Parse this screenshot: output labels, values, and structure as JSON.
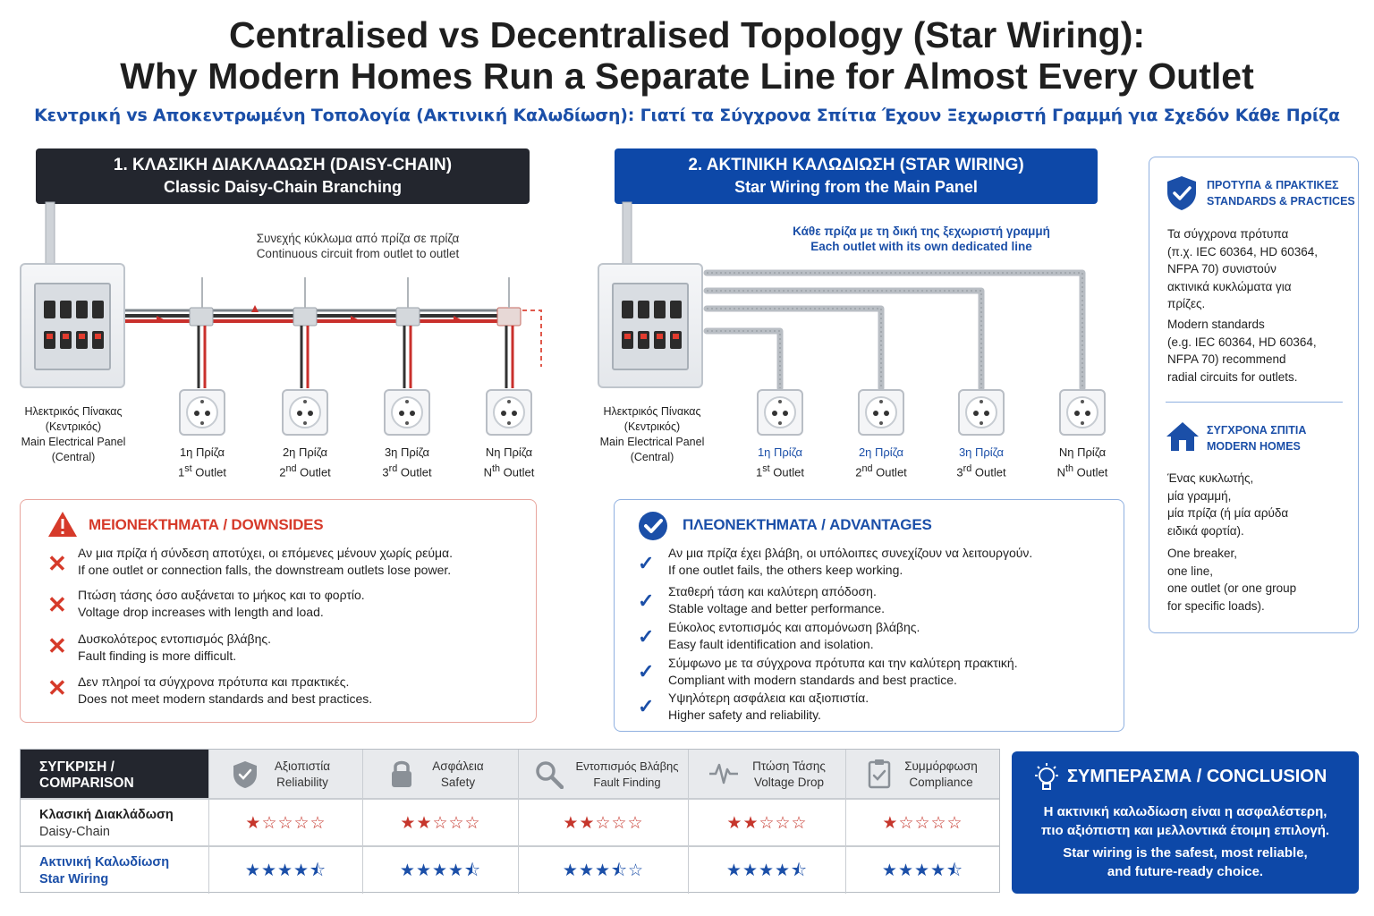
{
  "title": {
    "line1": "Centralised vs Decentralised Topology (Star Wiring):",
    "line2": "Why Modern Homes Run a Separate Line for Almost Every Outlet",
    "subtitle": "Κεντρική vs Αποκεντρωμένη Τοπολογία (Ακτινική Καλωδίωση): Γιατί τα Σύγχρονα Σπίτια Έχουν Ξεχωριστή Γραμμή για Σχεδόν Κάθε Πρίζα"
  },
  "daisy": {
    "header_gr": "1. ΚΛΑΣΙΚΗ ΔΙΑΚΛΑΔΩΣΗ (DAISY-CHAIN)",
    "header_en": "Classic Daisy-Chain Branching",
    "caption_gr": "Συνεχής κύκλωμα από πρίζα σε πρίζα",
    "caption_en": "Continuous circuit from outlet to outlet",
    "panel_label": [
      "Ηλεκτρικός Πίνακας",
      "(Κεντρικός)",
      "Main Electrical Panel",
      "(Central)"
    ],
    "outlets": [
      {
        "gr": "1η Πρίζα",
        "en_num": "1",
        "en_sup": "st",
        "en_rest": " Outlet"
      },
      {
        "gr": "2η Πρίζα",
        "en_num": "2",
        "en_sup": "nd",
        "en_rest": " Outlet"
      },
      {
        "gr": "3η Πρίζα",
        "en_num": "3",
        "en_sup": "rd",
        "en_rest": " Outlet"
      },
      {
        "gr": "Νη Πρίζα",
        "en_num": "N",
        "en_sup": "th",
        "en_rest": " Outlet"
      }
    ]
  },
  "star": {
    "header_gr": "2. ΑΚΤΙΝΙΚΗ ΚΑΛΩΔΙΩΣΗ (STAR WIRING)",
    "header_en": "Star Wiring from the Main Panel",
    "caption_gr": "Κάθε πρίζα με τη δική της ξεχωριστή γραμμή",
    "caption_en": "Each outlet with its own dedicated line",
    "panel_label": [
      "Ηλεκτρικός Πίνακας",
      "(Κεντρικός)",
      "Main Electrical Panel",
      "(Central)"
    ],
    "outlets": [
      {
        "gr": "1η Πρίζα",
        "en_num": "1",
        "en_sup": "st",
        "en_rest": " Outlet"
      },
      {
        "gr": "2η Πρίζα",
        "en_num": "2",
        "en_sup": "nd",
        "en_rest": " Outlet"
      },
      {
        "gr": "3η Πρίζα",
        "en_num": "3",
        "en_sup": "rd",
        "en_rest": " Outlet"
      },
      {
        "gr": "Νη Πρίζα",
        "en_num": "N",
        "en_sup": "th",
        "en_rest": " Outlet"
      }
    ]
  },
  "downsides": {
    "title": "ΜΕΙΟΝΕΚΤΗΜΑΤΑ / DOWNSIDES",
    "items": [
      {
        "gr": "Αν μια πρίζα ή σύνδεση αποτύχει, οι επόμενες μένουν χωρίς ρεύμα.",
        "en": "If one outlet or connection falls, the downstream outlets lose power."
      },
      {
        "gr": "Πτώση τάσης όσο αυξάνεται το μήκος και το φορτίο.",
        "en": "Voltage drop increases with length and load."
      },
      {
        "gr": "Δυσκολότερος εντοπισμός βλάβης.",
        "en": "Fault finding is more difficult."
      },
      {
        "gr": "Δεν πληροί τα σύγχρονα πρότυπα και πρακτικές.",
        "en": "Does not meet modern standards and best practices."
      }
    ]
  },
  "advantages": {
    "title": "ΠΛΕΟΝΕΚΤΗΜΑΤΑ / ADVANTAGES",
    "items": [
      {
        "gr": "Αν μια πρίζα έχει βλάβη, οι υπόλοιπες συνεχίζουν να λειτουργούν.",
        "en": "If one outlet fails, the others keep working."
      },
      {
        "gr": "Σταθερή τάση και καλύτερη απόδοση.",
        "en": "Stable voltage and better performance."
      },
      {
        "gr": "Εύκολος εντοπισμός και απομόνωση βλάβης.",
        "en": "Easy fault identification and isolation."
      },
      {
        "gr": "Σύμφωνο με τα σύγχρονα πρότυπα και την καλύτερη πρακτική.",
        "en": "Compliant with modern standards and best practice."
      },
      {
        "gr": "Υψηλότερη ασφάλεια και αξιοπιστία.",
        "en": "Higher safety and reliability."
      }
    ]
  },
  "standards": {
    "title_gr": "ΠΡΟΤΥΠΑ & ΠΡΑΚΤΙΚΕΣ",
    "title_en": "STANDARDS & PRACTICES",
    "text_gr": [
      "Τα σύγχρονα πρότυπα",
      "(π.χ. IEC 60364, HD 60364,",
      "NFPA 70) συνιστούν",
      "ακτινικά κυκλώματα για",
      "πρίζες."
    ],
    "text_en": [
      "Modern standards",
      "(e.g. IEC 60364, HD 60364,",
      "NFPA 70) recommend",
      "radial circuits for outlets."
    ]
  },
  "modern_homes": {
    "title_gr": "ΣΥΓΧΡΟΝΑ ΣΠΙΤΙΑ",
    "title_en": "MODERN HOMES",
    "text_gr": [
      "Ένας κυκλωτής,",
      "μία γραμμή,",
      "μία πρίζα (ή μία αρύδα",
      "ειδικά φορτία)."
    ],
    "text_en": [
      "One breaker,",
      "one line,",
      "one outlet (or one group",
      "for specific loads)."
    ]
  },
  "comparison": {
    "head_gr": "ΣΥΓΚΡΙΣΗ /",
    "head_en": "COMPARISON",
    "columns": [
      {
        "gr": "Αξιοπιστία",
        "en": "Reliability",
        "icon": "shield-check-icon"
      },
      {
        "gr": "Ασφάλεια",
        "en": "Safety",
        "icon": "lock-icon"
      },
      {
        "gr": "Εντοπισμός Βλάβης",
        "en": "Fault Finding",
        "icon": "magnifier-icon"
      },
      {
        "gr": "Πτώση Τάσης",
        "en": "Voltage Drop",
        "icon": "pulse-icon"
      },
      {
        "gr": "Συμμόρφωση",
        "en": "Compliance",
        "icon": "clipboard-check-icon"
      }
    ],
    "rows": [
      {
        "gr": "Κλασική Διακλάδωση",
        "en": "Daisy-Chain",
        "ratings": [
          1,
          2,
          2,
          2,
          1
        ]
      },
      {
        "gr": "Ακτινική Καλωδίωση",
        "en": "Star Wiring",
        "ratings": [
          4.5,
          4.5,
          3.5,
          4.5,
          4.5
        ]
      }
    ]
  },
  "conclusion": {
    "title": "ΣΥΜΠΕΡΑΣΜΑ / CONCLUSION",
    "text_gr": [
      "Η ακτινική καλωδίωση είναι η ασφαλέστερη,",
      "πιο αξιόπιστη και μελλοντικά έτοιμη επιλογή."
    ],
    "text_en": [
      "Star wiring is the safest, most reliable,",
      "and future-ready choice."
    ]
  },
  "colors": {
    "dark_header": "#23262e",
    "blue": "#0d48a8",
    "red": "#d63a2a"
  }
}
